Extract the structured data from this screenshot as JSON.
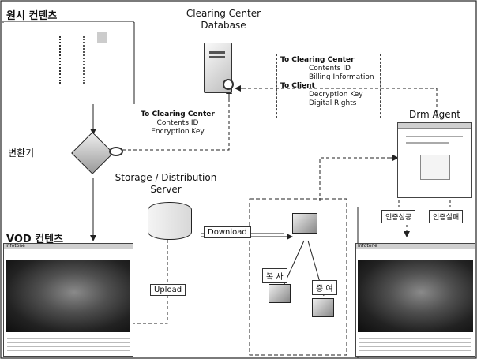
{
  "labels": {
    "original_content": "원시 컨텐츠",
    "clearing_center_db": [
      "Clearing Center",
      "Database"
    ],
    "converter": "변환기",
    "storage_server": [
      "Storage / Distribution",
      "Server"
    ],
    "vod_content": "VOD 컨텐츠",
    "drm_agent": "Drm Agent",
    "download": "Download",
    "upload": "Upload",
    "copy": "복 사",
    "gift": "증 여",
    "auth_success": "인증성공",
    "auth_fail": "인증실패",
    "player_title": "Infotone",
    "player_title_right": "Infotone"
  },
  "note_to_clearing_left": {
    "title": "To Clearing Center",
    "lines": [
      "Contents ID",
      "Encryption Key"
    ]
  },
  "note_to_clearing_right": {
    "title": "To Clearing Center",
    "lines": [
      "Contents ID",
      "Billing Information"
    ]
  },
  "note_to_client": {
    "title": "To Client",
    "lines": [
      "Decryption Key",
      "Digital Rights"
    ]
  }
}
